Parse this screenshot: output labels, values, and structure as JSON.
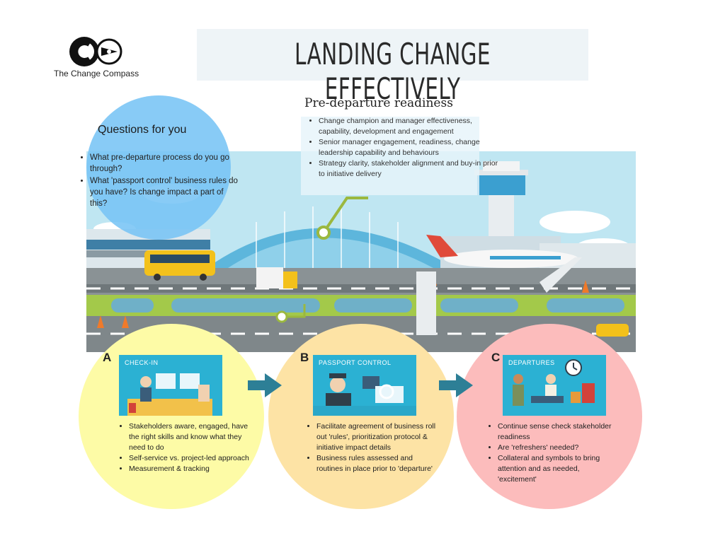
{
  "logo": {
    "caption": "The Change Compass"
  },
  "title": "LANDING CHANGE EFFECTIVELY",
  "pre_departure": {
    "heading": "Pre-departure readiness",
    "items": [
      "Change champion and manager effectiveness, capability, development and engagement",
      "Senior manager engagement, readiness, change leadership capability and behaviours",
      "Strategy clarity, stakeholder alignment and buy-in prior to initiative delivery"
    ]
  },
  "questions": {
    "heading": "Questions for you",
    "items": [
      "What pre-departure process do you go through?",
      "What 'passport control' business rules do you have?  Is change impact a part of this?"
    ]
  },
  "stages": [
    {
      "letter": "A",
      "panel_label": "CHECK-IN",
      "items": [
        "Stakeholders aware, engaged, have the right skills and know what they need to do",
        "Self-service vs. project-led approach",
        "Measurement & tracking"
      ]
    },
    {
      "letter": "B",
      "panel_label": "PASSPORT CONTROL",
      "items": [
        "Facilitate agreement of business roll out 'rules', prioritization protocol & initiative impact details",
        "Business rules assessed and routines in place prior to 'departure'"
      ]
    },
    {
      "letter": "C",
      "panel_label": "DEPARTURES",
      "items": [
        "Continue sense check stakeholder readiness",
        "Are 'refreshers' needed?",
        "Collateral and symbols to bring attention and as needed, 'excitement'"
      ]
    }
  ],
  "colors": {
    "questions_circle": "#78c4f5",
    "stage_a": "#fdfba6",
    "stage_b": "#fde3a5",
    "stage_c": "#fcbcbc",
    "arrow": "#2d7f96",
    "connector": "#9bb83f"
  }
}
